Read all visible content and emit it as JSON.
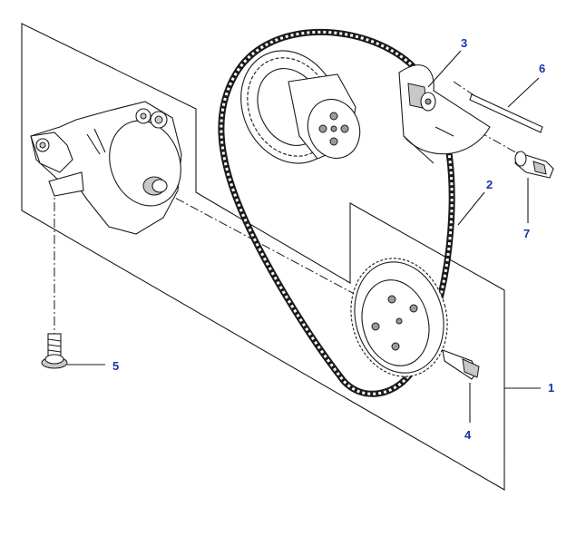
{
  "diagram": {
    "callouts": [
      {
        "id": "1",
        "label": "1"
      },
      {
        "id": "2",
        "label": "2"
      },
      {
        "id": "3",
        "label": "3"
      },
      {
        "id": "4",
        "label": "4"
      },
      {
        "id": "5",
        "label": "5"
      },
      {
        "id": "6",
        "label": "6"
      },
      {
        "id": "7",
        "label": "7"
      }
    ],
    "colors": {
      "callout": "#1a33a8",
      "line": "#1a1a1a",
      "shade": "#c8c8c8"
    }
  }
}
